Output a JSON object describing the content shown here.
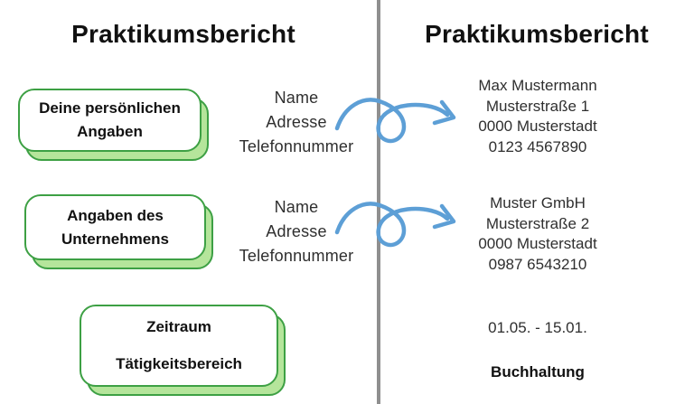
{
  "left": {
    "title": "Praktikumsbericht",
    "boxes": [
      {
        "lines": [
          "Deine persönlichen",
          "Angaben"
        ]
      },
      {
        "lines": [
          "Angaben des",
          "Unternehmens"
        ]
      },
      {
        "lines": [
          "Zeitraum",
          "Tätigkeitsbereich"
        ]
      }
    ],
    "labels": [
      {
        "lines": [
          "Name",
          "Adresse",
          "Telefonnummer"
        ]
      },
      {
        "lines": [
          "Name",
          "Adresse",
          "Telefonnummer"
        ]
      }
    ]
  },
  "right": {
    "title": "Praktikumsbericht",
    "personal_example": {
      "lines": [
        "Max Mustermann",
        "Musterstraße 1",
        "0000 Musterstadt",
        "0123 4567890"
      ]
    },
    "company_example": {
      "lines": [
        "Muster GmbH",
        "Musterstraße 2",
        "0000 Musterstadt",
        "0987 6543210"
      ]
    },
    "period": "01.05. - 15.01.",
    "department": "Buchhaltung"
  },
  "icons": {
    "arrow": "curly-loop-arrow-icon"
  },
  "colors": {
    "accent_green": "#3da044",
    "shadow_green": "#b5e59b",
    "arrow_blue": "#5d9fd6",
    "divider_gray": "#8f8f8f",
    "text_dark": "#111111",
    "text_body": "#2f2f2f"
  }
}
